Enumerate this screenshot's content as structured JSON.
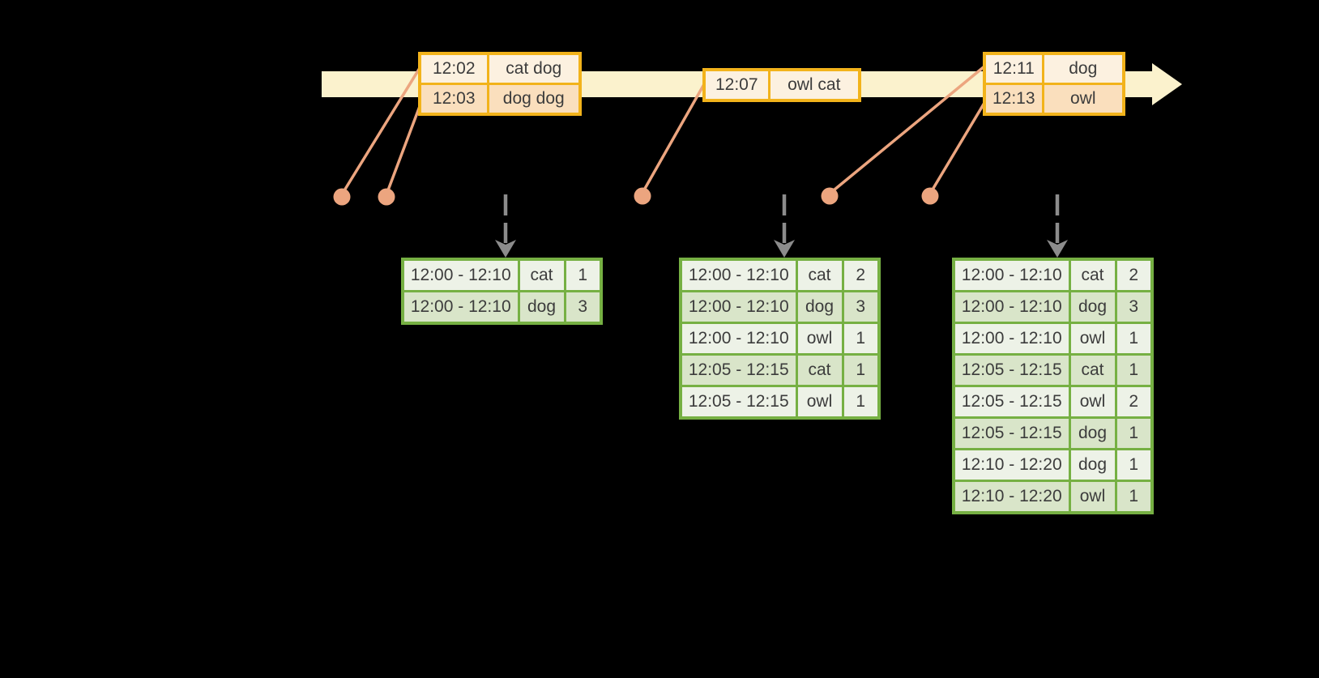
{
  "colors": {
    "background": "#000000",
    "timeline_fill": "#fbf2cd",
    "event_border": "#f2b31b",
    "event_row_a": "#fadfbd",
    "event_row_b": "#fcf1e0",
    "result_border": "#76b043",
    "result_row_a": "#d9e5c9",
    "result_row_b": "#edf2e7",
    "connector": "#eca57f",
    "trigger": "#8c8c8c",
    "text": "#3c3c3c"
  },
  "event_tables": [
    {
      "name": "events-1202-1203",
      "rows": [
        [
          "12:02",
          "cat dog"
        ],
        [
          "12:03",
          "dog dog"
        ]
      ]
    },
    {
      "name": "events-1207",
      "rows": [
        [
          "12:07",
          "owl cat"
        ]
      ]
    },
    {
      "name": "events-1211-1213",
      "rows": [
        [
          "12:11",
          "dog"
        ],
        [
          "12:13",
          "owl"
        ]
      ]
    }
  ],
  "result_tables": [
    {
      "name": "result-table-1",
      "rows": [
        [
          "12:00 - 12:10",
          "cat",
          "1"
        ],
        [
          "12:00 - 12:10",
          "dog",
          "3"
        ]
      ]
    },
    {
      "name": "result-table-2",
      "rows": [
        [
          "12:00 - 12:10",
          "cat",
          "2"
        ],
        [
          "12:00 - 12:10",
          "dog",
          "3"
        ],
        [
          "12:00 - 12:10",
          "owl",
          "1"
        ],
        [
          "12:05 - 12:15",
          "cat",
          "1"
        ],
        [
          "12:05 - 12:15",
          "owl",
          "1"
        ]
      ]
    },
    {
      "name": "result-table-3",
      "rows": [
        [
          "12:00 - 12:10",
          "cat",
          "2"
        ],
        [
          "12:00 - 12:10",
          "dog",
          "3"
        ],
        [
          "12:00 - 12:10",
          "owl",
          "1"
        ],
        [
          "12:05 - 12:15",
          "cat",
          "1"
        ],
        [
          "12:05 - 12:15",
          "owl",
          "2"
        ],
        [
          "12:05 - 12:15",
          "dog",
          "1"
        ],
        [
          "12:10 - 12:20",
          "dog",
          "1"
        ],
        [
          "12:10 - 12:20",
          "owl",
          "1"
        ]
      ]
    }
  ]
}
